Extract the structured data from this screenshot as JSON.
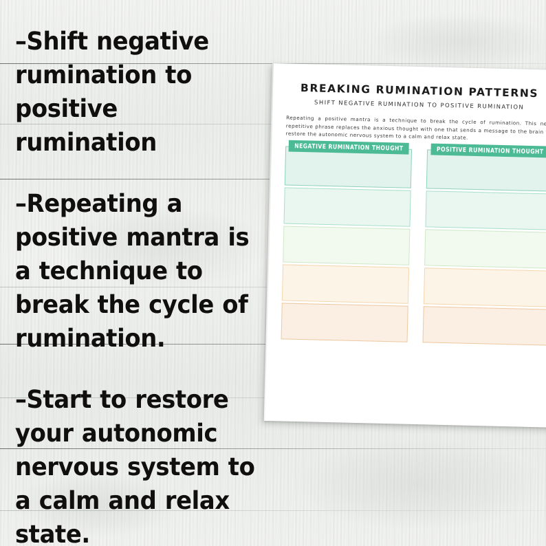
{
  "background": {
    "surface": "whitewashed-wood-planks",
    "plank_color": "#f2f4f1"
  },
  "notes": {
    "blocks": [
      "–Shift negative rumination to positive rumination",
      "–Repeating a positive mantra is a technique to break the cycle of rumination.",
      "–Start to restore your autonomic nervous system to a calm and relax state."
    ]
  },
  "worksheet": {
    "title": "BREAKING RUMINATION PATTERNS",
    "subtitle": "SHIFT NEGATIVE RUMINATION TO POSITIVE RUMINATION",
    "intro": "Repeating a positive mantra is a technique to break the cycle of rumination. This new repetitive phrase replaces the anxious thought with one that sends a message to the brain to restore the autonomic nervous system to a calm and relax state.",
    "columns": [
      {
        "header": "NEGATIVE RUMINATION THOUGHT",
        "rows": [
          "",
          "",
          "",
          "",
          ""
        ]
      },
      {
        "header": "POSITIVE RUMINATION THOUGHT",
        "rows": [
          "",
          "",
          "",
          "",
          ""
        ]
      }
    ],
    "colors": {
      "header_chip": "#4cbb95",
      "row1_fill": "#e2f2ec",
      "row2_fill": "#e9f7f0",
      "row3_fill": "#f2faf0",
      "row4_fill": "#fdf4e8",
      "row5_fill": "#fbeee2",
      "paper": "#ffffff"
    }
  }
}
